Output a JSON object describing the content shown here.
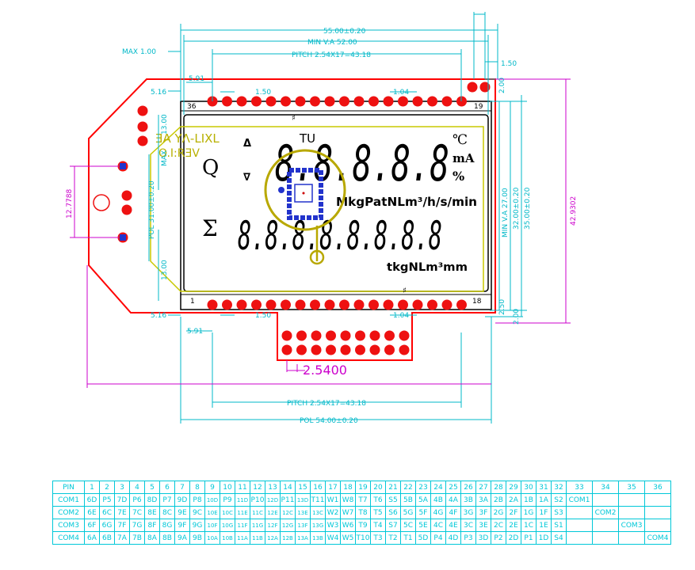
{
  "dimensions": {
    "overall_width": "55.00±0.20",
    "min_va": "MIN V.A 52.00",
    "pitch_top": "PITCH 2.54X17=43.18",
    "pitch_bottom": "PITCH 2.54X17=43.18",
    "pol_width": "POL 54.00±0.20",
    "max": "MAX 1.00",
    "d_1_50_right": "1.50",
    "d_5_16_top": "5.16",
    "d_5_16_bottom": "5.16",
    "d_5_91_top": "5.91",
    "d_5_91_bottom": "5.91",
    "d_1_50_pin_top": "1.50",
    "d_1_04_top": "1.04",
    "d_1_50_pin_bottom": "1.50",
    "d_1_04_bottom": "1.04",
    "d_2_00_top": "2.00",
    "d_2_50": "2.50",
    "d_2_00_bottom": "2.00",
    "min_va_height": "MIN V.A 27.00",
    "d_32_00": "32.00±0.20",
    "d_35_00": "35.00±0.20",
    "d_42_9302": "42.9302",
    "d_12_7788": "12.7788",
    "pol_height": "POL 31.00±0.20",
    "d_13_00_top": "13.00",
    "d_13_00_bottom": "13.00",
    "max_left": "MAX",
    "d_2_5400": "2.5400",
    "pin_num_36": "36",
    "pin_num_19": "19",
    "pin_num_1": "1",
    "pin_num_18": "18"
  },
  "lcd": {
    "row1_digits": "8.8.8.8.8",
    "row2_digits": "8.8.8.8.8.8.8.8",
    "unit_celsius": "℃",
    "unit_ma": "mA",
    "unit_percent": "%",
    "unit_row1": "MkgPatNLm³/h/s/min",
    "unit_row2": "tkgNLm³mm",
    "sigma": "Σ",
    "q_symbol": "Q",
    "t_symbol": "TU",
    "up_arrow": "Δ",
    "down_arrow": "∇",
    "mirror_line1": "ƎA YΛ-LIXL",
    "mirror_line2": "O.I:RƎV"
  },
  "pin_table": {
    "header": [
      "PIN",
      "1",
      "2",
      "3",
      "4",
      "5",
      "6",
      "7",
      "8",
      "9",
      "10",
      "11",
      "12",
      "13",
      "14",
      "15",
      "16",
      "17",
      "18",
      "19",
      "20",
      "21",
      "22",
      "23",
      "24",
      "25",
      "26",
      "27",
      "28",
      "29",
      "30",
      "31",
      "32",
      "33",
      "34",
      "35",
      "36"
    ],
    "rows": [
      [
        "COM1",
        "6D",
        "P5",
        "7D",
        "P6",
        "8D",
        "P7",
        "9D",
        "P8",
        "10D",
        "P9",
        "11D",
        "P10",
        "12D",
        "P11",
        "13D",
        "T11",
        "W1",
        "W8",
        "T7",
        "T6",
        "S5",
        "5B",
        "5A",
        "4B",
        "4A",
        "3B",
        "3A",
        "2B",
        "2A",
        "1B",
        "1A",
        "S2",
        "COM1",
        "",
        "",
        ""
      ],
      [
        "COM2",
        "6E",
        "6C",
        "7E",
        "7C",
        "8E",
        "8C",
        "9E",
        "9C",
        "10E",
        "10C",
        "11E",
        "11C",
        "12E",
        "12C",
        "13E",
        "13C",
        "W2",
        "W7",
        "T8",
        "T5",
        "S6",
        "5G",
        "5F",
        "4G",
        "4F",
        "3G",
        "3F",
        "2G",
        "2F",
        "1G",
        "1F",
        "S3",
        "",
        "COM2",
        "",
        ""
      ],
      [
        "COM3",
        "6F",
        "6G",
        "7F",
        "7G",
        "8F",
        "8G",
        "9F",
        "9G",
        "10F",
        "10G",
        "11F",
        "11G",
        "12F",
        "12G",
        "13F",
        "13G",
        "W3",
        "W6",
        "T9",
        "T4",
        "S7",
        "5C",
        "5E",
        "4C",
        "4E",
        "3C",
        "3E",
        "2C",
        "2E",
        "1C",
        "1E",
        "S1",
        "",
        "",
        "COM3",
        ""
      ],
      [
        "COM4",
        "6A",
        "6B",
        "7A",
        "7B",
        "8A",
        "8B",
        "9A",
        "9B",
        "10A",
        "10B",
        "11A",
        "11B",
        "12A",
        "12B",
        "13A",
        "13B",
        "W4",
        "W5",
        "T10",
        "T3",
        "T2",
        "T1",
        "5D",
        "P4",
        "4D",
        "P3",
        "3D",
        "P2",
        "2D",
        "P1",
        "1D",
        "S4",
        "",
        "",
        "",
        "COM4"
      ]
    ]
  },
  "colors": {
    "outline": "#ff0000",
    "pad": "#ee1111",
    "dimension_magenta": "#cc00cc",
    "dimension_cyan": "#00b8c8",
    "dimension_green": "#30c030",
    "marker_blue": "#2233cc",
    "window_yellow": "#c8c800"
  }
}
